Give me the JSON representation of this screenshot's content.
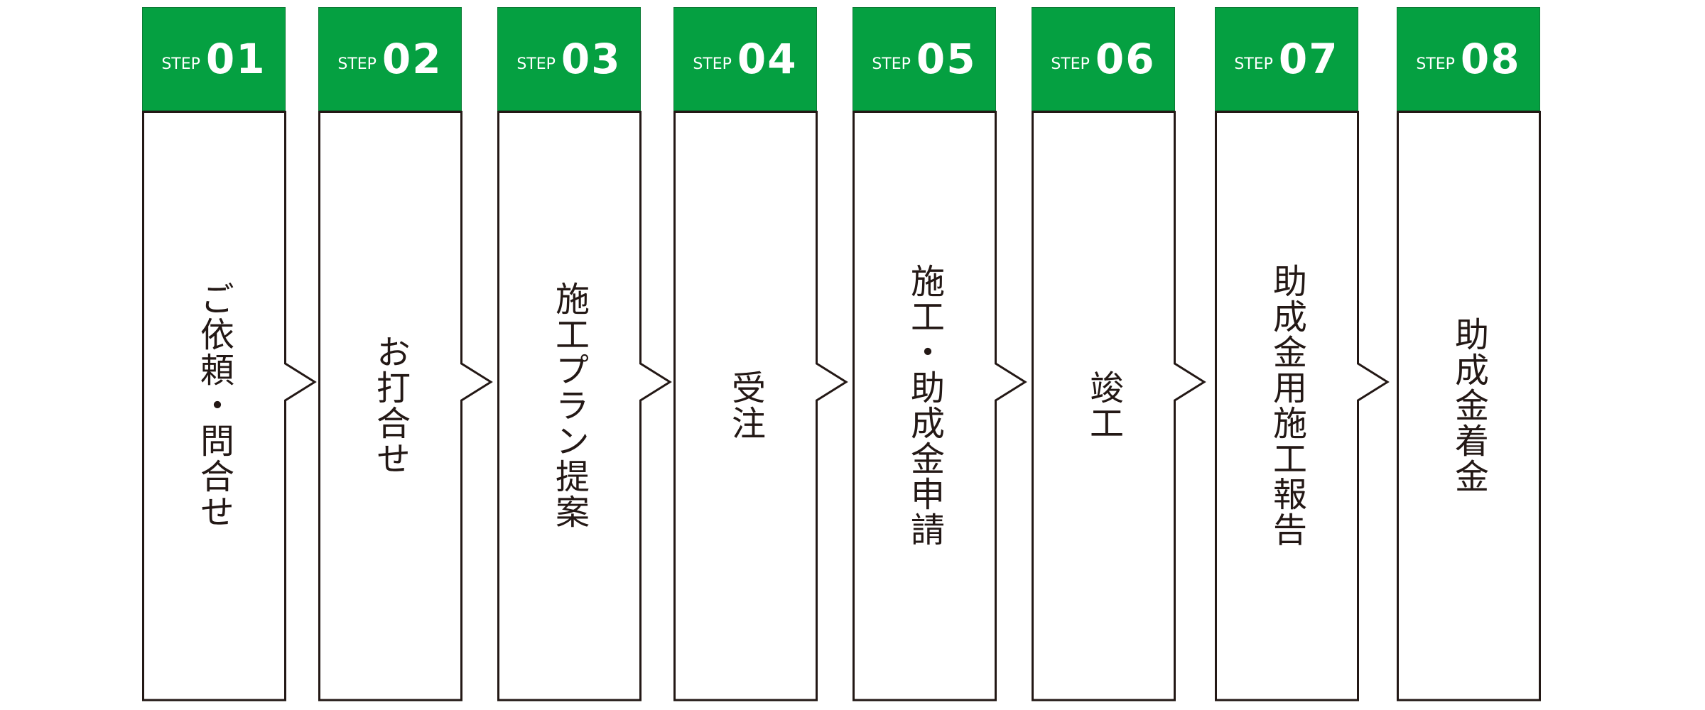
{
  "step_prefix": "STEP",
  "colors": {
    "header_green": "#05a041",
    "outline": "#231815",
    "text": "#231815"
  },
  "steps": [
    {
      "number": "01",
      "label": "ご依頼・問合せ"
    },
    {
      "number": "02",
      "label": "お打合せ"
    },
    {
      "number": "03",
      "label": "施工プラン提案"
    },
    {
      "number": "04",
      "label": "受注"
    },
    {
      "number": "05",
      "label": "施工・助成金申請"
    },
    {
      "number": "06",
      "label": "竣工"
    },
    {
      "number": "07",
      "label": "助成金用施工報告"
    },
    {
      "number": "08",
      "label": "助成金着金"
    }
  ]
}
